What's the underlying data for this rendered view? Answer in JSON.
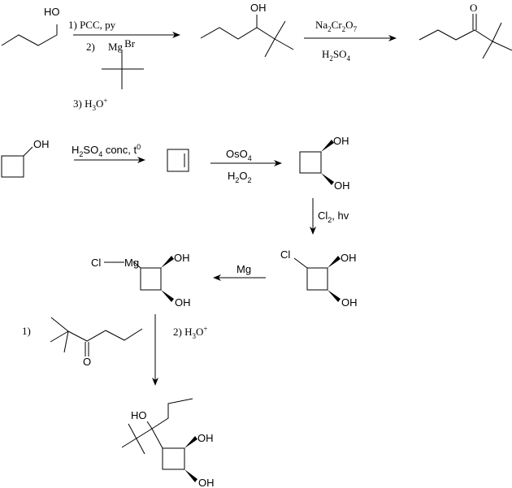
{
  "step1": {
    "reagent1": "1) PCC, py",
    "reagent2_num": "2)",
    "reagent2_mg": "Mg",
    "reagent2_br": "Br",
    "reagent3_a": "3) H",
    "reagent3_sub": "3",
    "reagent3_b": "O",
    "reagent3_sup": "+"
  },
  "butanol": {
    "ho": "HO"
  },
  "alcohol_product": {
    "oh": "OH"
  },
  "step2": {
    "na": "Na",
    "s1": "2",
    "cr": "Cr",
    "s2": "2",
    "o": "O",
    "s3": "7",
    "h": "H",
    "s4": "2",
    "so": "SO",
    "s5": "4"
  },
  "ketone_product": {
    "o": "O"
  },
  "cyclobutanol": {
    "oh": "OH"
  },
  "step3": {
    "h": "H",
    "s1": "2",
    "so": "SO",
    "s2": "4",
    "rest": " conc, t",
    "sup": "0"
  },
  "step4": {
    "os": "OsO",
    "s1": "4",
    "h": "H",
    "s2": "2",
    "o": "O",
    "s3": "2"
  },
  "diol": {
    "oh1": "OH",
    "oh2": "OH"
  },
  "step5": {
    "cl": "Cl",
    "s1": "2",
    "rest": ", hv"
  },
  "chlorodiol": {
    "cl": "Cl",
    "oh1": "OH",
    "oh2": "OH"
  },
  "step6": {
    "mg": "Mg"
  },
  "grignard": {
    "cl": "Cl",
    "mg": "Mg",
    "oh1": "OH",
    "oh2": "OH"
  },
  "step7": {
    "num1": "1)",
    "ketone_o": "O",
    "r2a": "2) H",
    "r2sub": "3",
    "r2b": "O",
    "r2sup": "+"
  },
  "final_product": {
    "ho": "HO",
    "oh1": "OH",
    "oh2": "OH"
  }
}
